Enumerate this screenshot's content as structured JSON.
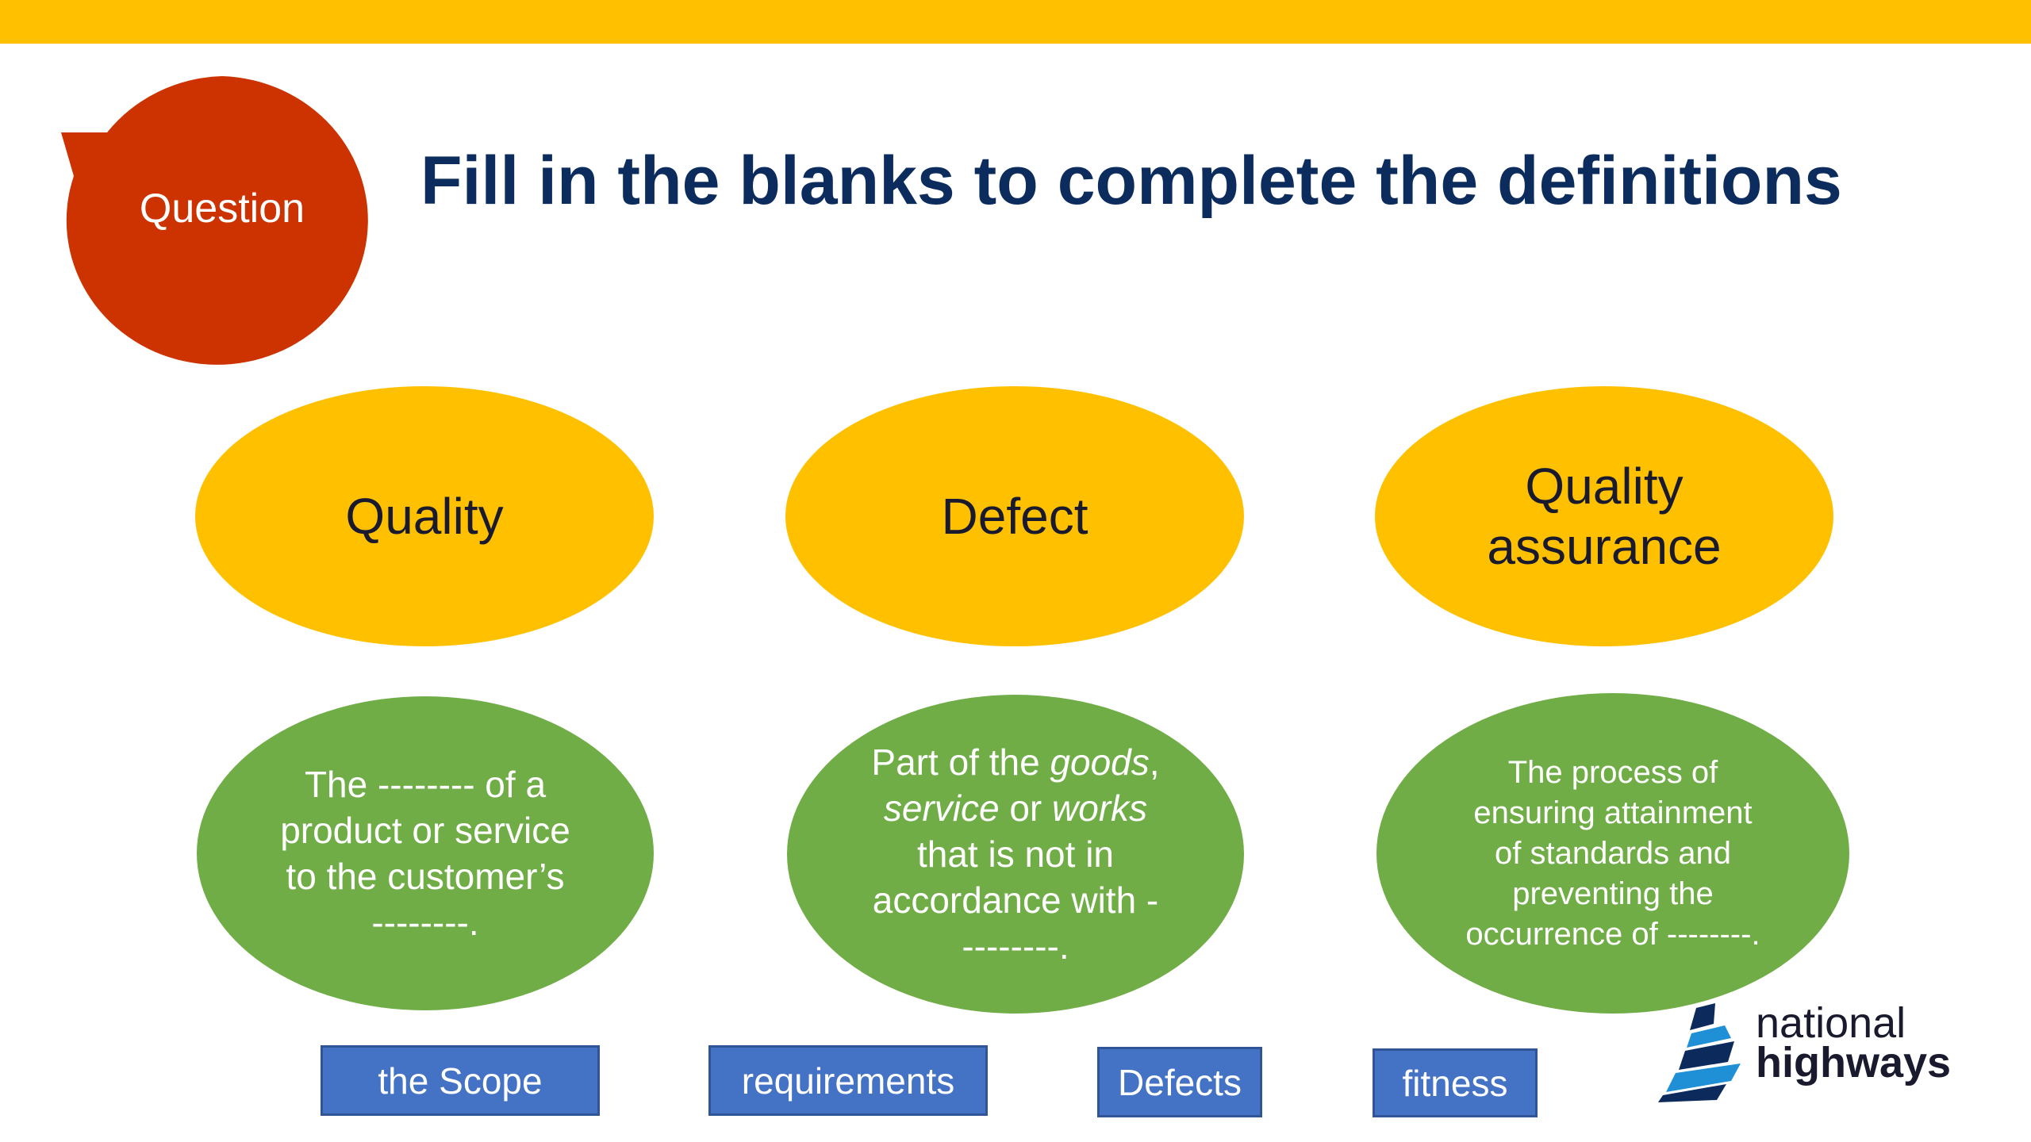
{
  "slide": {
    "title": "Fill in the blanks to complete the definitions",
    "question_label": "Question",
    "colors": {
      "accent_bar": "#ffc000",
      "question_bubble": "#cc3300",
      "title_text": "#0c2c5e",
      "term_ellipse": "#ffc000",
      "definition_ellipse": "#70ad47",
      "answer_box": "#4472c4",
      "logo_blue": "#1f8fd6"
    }
  },
  "terms": [
    {
      "label": "Quality"
    },
    {
      "label": "Defect"
    },
    {
      "label_line1": "Quality",
      "label_line2": "assurance"
    }
  ],
  "definitions": [
    {
      "lines": [
        "The -------- of a",
        "product or service",
        "to the customer’s",
        "--------."
      ]
    },
    {
      "line1_a": "Part of the ",
      "line1_em": "goods",
      "line1_b": ",",
      "line2_em1": "service",
      "line2_mid": " or ",
      "line2_em2": "works",
      "line3": "that is not in",
      "line4": "accordance with -",
      "line5": "--------."
    },
    {
      "lines": [
        "The process of",
        "ensuring attainment",
        "of standards and",
        "preventing the",
        "occurrence of --------."
      ]
    }
  ],
  "answers": [
    {
      "label": "the Scope"
    },
    {
      "label": "requirements"
    },
    {
      "label": "Defects"
    },
    {
      "label": "fitness"
    }
  ],
  "logo": {
    "line1": "national",
    "line2": "highways",
    "icon": "national-highways-logo-mark"
  }
}
